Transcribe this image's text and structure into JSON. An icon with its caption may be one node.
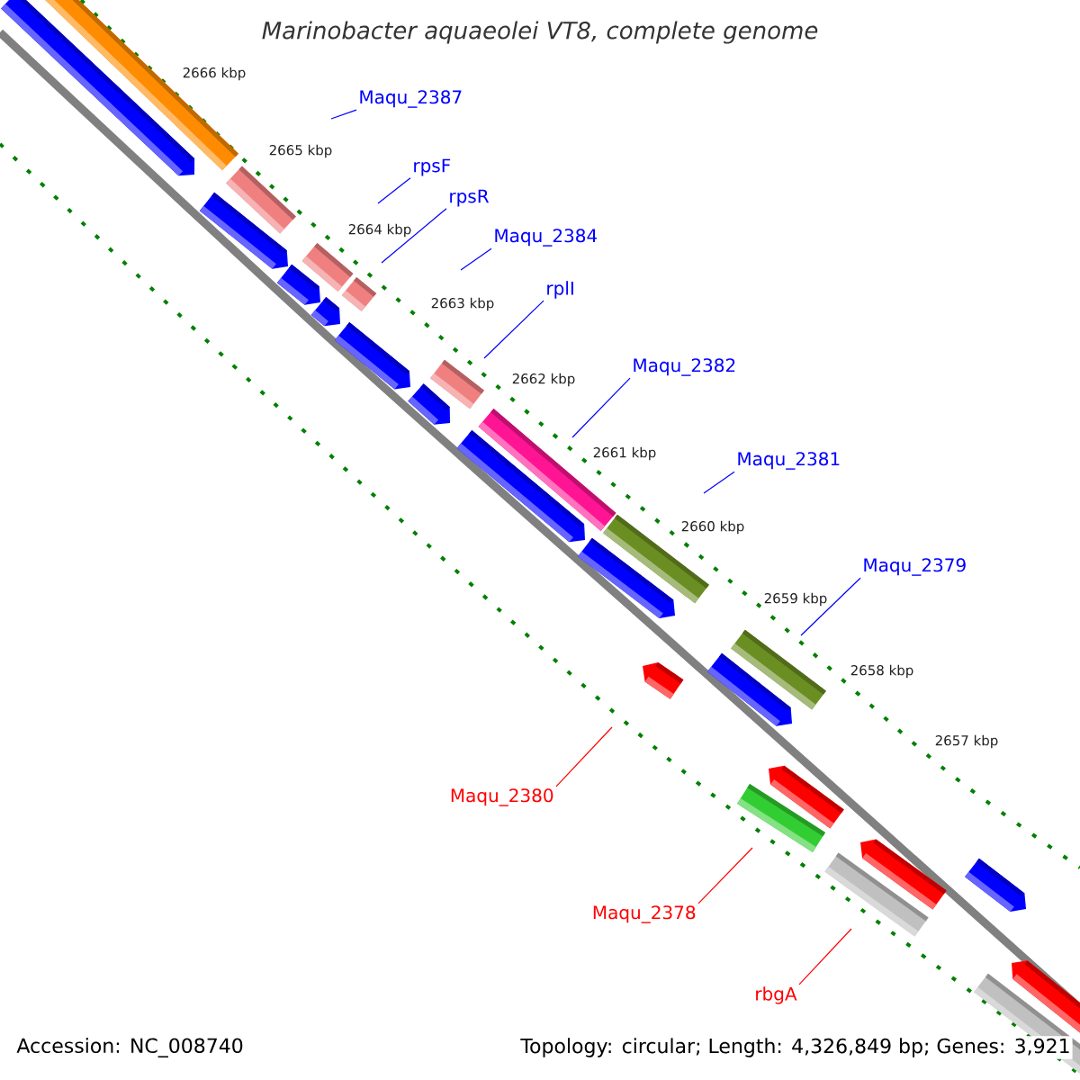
{
  "diagram": {
    "title": "Marinobacter aquaeolei VT8, complete genome",
    "nodes": [
      {
        "text": [
          "Maqu_2387"
        ]
      },
      {
        "text": [
          "rpsF"
        ]
      },
      {
        "text": [
          "rpsR"
        ]
      },
      {
        "text": [
          "Maqu_2384"
        ]
      },
      {
        "text": [
          "rplI"
        ]
      },
      {
        "text": [
          "Maqu_2382"
        ]
      },
      {
        "text": [
          "Maqu_2381"
        ]
      },
      {
        "text": [
          "Maqu_2379"
        ]
      },
      {
        "text": [
          "Maqu_2380"
        ]
      },
      {
        "text": [
          "Maqu_2378"
        ]
      },
      {
        "text": [
          "rbgA"
        ]
      }
    ],
    "edges": [
      {
        "from": 0,
        "to": null,
        "arrow": "none"
      },
      {
        "from": 1,
        "to": null,
        "arrow": "none"
      },
      {
        "from": 2,
        "to": null,
        "arrow": "none"
      },
      {
        "from": 3,
        "to": null,
        "arrow": "none"
      },
      {
        "from": 4,
        "to": null,
        "arrow": "none"
      },
      {
        "from": 5,
        "to": null,
        "arrow": "none"
      },
      {
        "from": 6,
        "to": null,
        "arrow": "none"
      },
      {
        "from": 7,
        "to": null,
        "arrow": "none"
      },
      {
        "from": 8,
        "to": null,
        "arrow": "none",
        "color": "#ff0000"
      },
      {
        "from": 9,
        "to": null,
        "arrow": "none",
        "color": "#ff0000"
      },
      {
        "from": 10,
        "to": null,
        "arrow": "none",
        "color": "#ff0000"
      }
    ],
    "labels": [
      "2666 kbp",
      "2665 kbp",
      "2664 kbp",
      "2663 kbp",
      "2662 kbp",
      "2661 kbp",
      "2660 kbp",
      "2659 kbp",
      "2658 kbp",
      "2657 kbp",
      "Accession: NC_008740",
      "Topology: circular; Length: 4,326,849 bp; Genes: 3,921"
    ]
  }
}
